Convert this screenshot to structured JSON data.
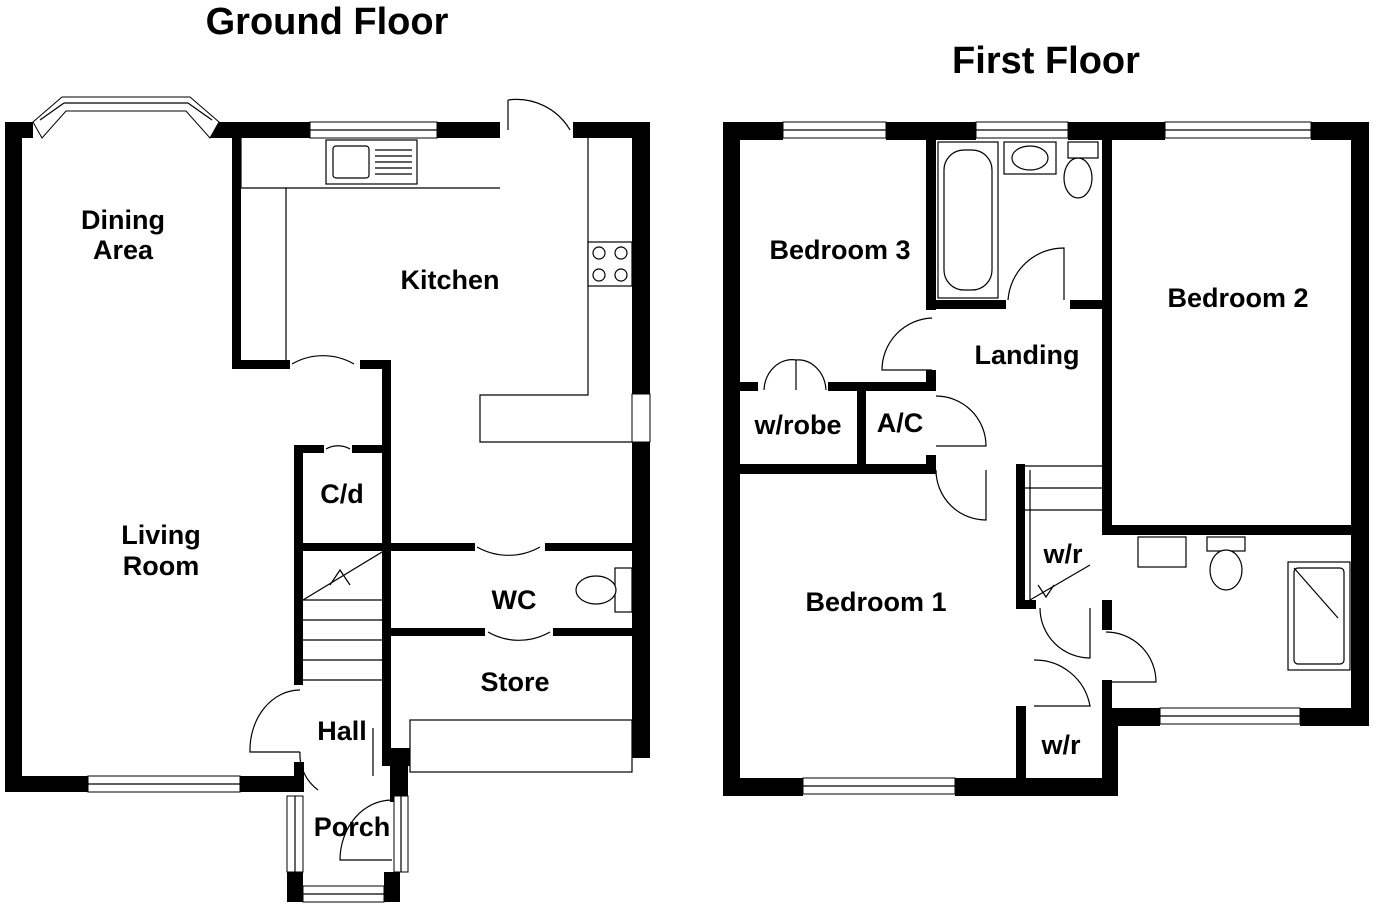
{
  "floors": {
    "ground": {
      "title": "Ground Floor",
      "rooms": {
        "dining_l1": "Dining",
        "dining_l2": "Area",
        "kitchen": "Kitchen",
        "living_l1": "Living",
        "living_l2": "Room",
        "cd": "C/d",
        "wc": "WC",
        "store": "Store",
        "hall": "Hall",
        "porch": "Porch"
      }
    },
    "first": {
      "title": "First Floor",
      "rooms": {
        "bedroom3": "Bedroom 3",
        "bedroom2": "Bedroom 2",
        "landing": "Landing",
        "wrobe": "w/robe",
        "ac": "A/C",
        "bedroom1": "Bedroom 1",
        "wr_stairs": "w/r",
        "wr_lower": "w/r"
      }
    }
  }
}
